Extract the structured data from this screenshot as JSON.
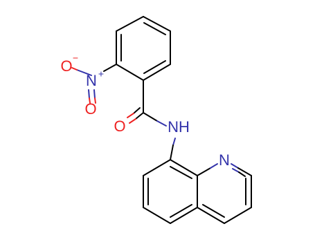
{
  "atoms": {
    "nitro_o_minus": "O",
    "nitro_minus_sign": "−",
    "nitro_n": "N",
    "nitro_plus_sign": "+",
    "nitro_o": "O",
    "carbonyl_o": "O",
    "amide_nh": "NH",
    "quinoline_n": "N"
  },
  "colors": {
    "oxygen": "#ee2222",
    "nitrogen": "#3333aa",
    "carbon": "#000000"
  }
}
